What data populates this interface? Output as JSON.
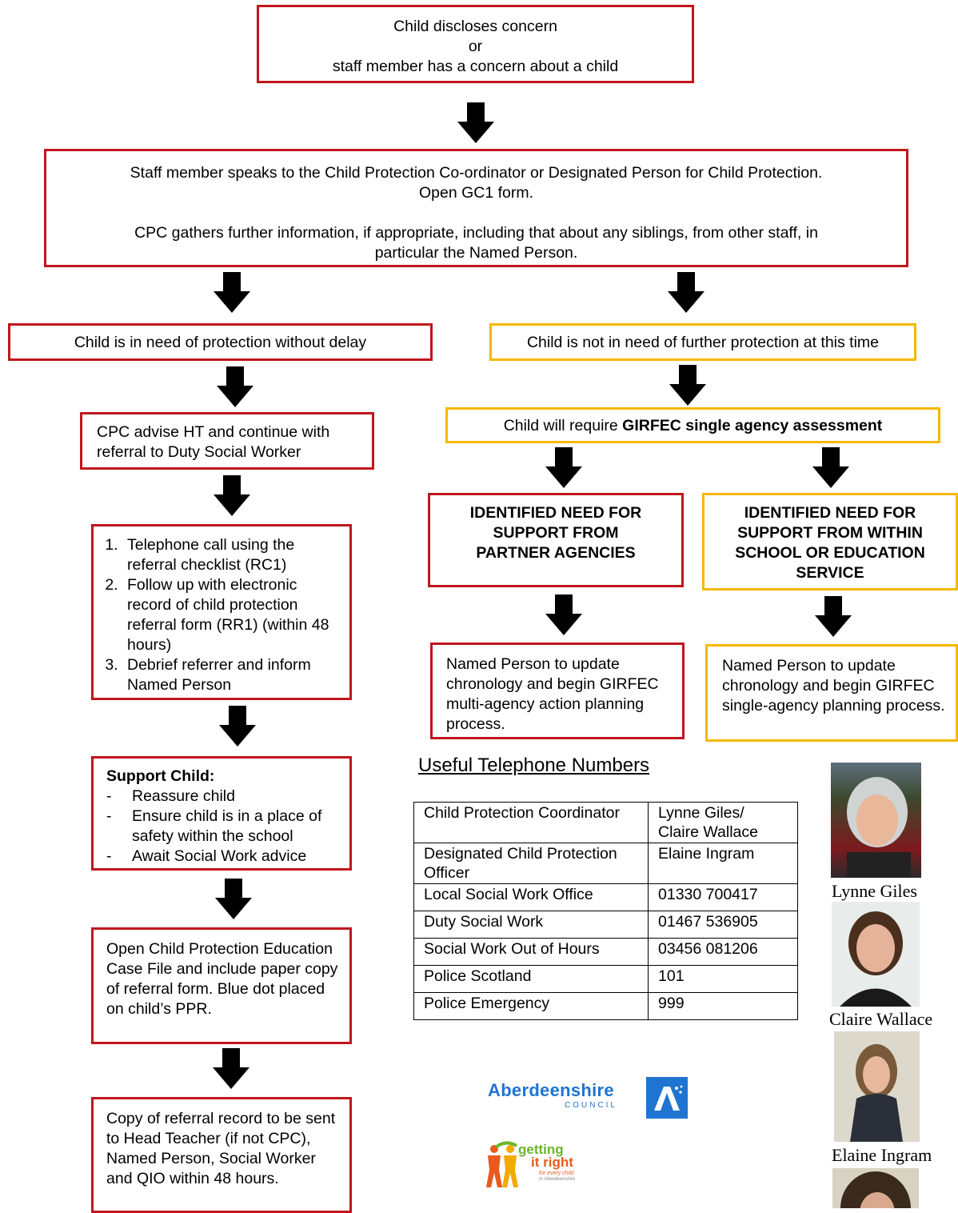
{
  "flow": {
    "start": {
      "line1": "Child discloses concern",
      "line2": "or",
      "line3": "staff member has a concern about a child"
    },
    "speak": {
      "line1": "Staff member speaks to the Child Protection Co-ordinator or Designated Person for Child Protection.",
      "line2": "Open GC1 form.",
      "line3": "CPC gathers further information, if appropriate, including that about any siblings, from other staff, in particular the Named Person."
    },
    "need_protection": "Child is in need of protection without delay",
    "not_need_protection": "Child is not in need of further protection at this time",
    "cpc_advise": "CPC advise HT and continue with referral to Duty Social Worker",
    "girfec": {
      "prefix": "Child will require ",
      "bold": "GIRFEC single agency assessment"
    },
    "steps": [
      "Telephone call using the referral checklist (RC1)",
      "Follow up with electronic record of child protection referral form (RR1) (within 48 hours)",
      "Debrief referrer and inform Named Person"
    ],
    "partner_need": "IDENTIFIED NEED FOR SUPPORT FROM PARTNER AGENCIES",
    "school_need": "IDENTIFIED NEED FOR SUPPORT FROM WITHIN SCHOOL OR EDUCATION SERVICE",
    "partner_named": "Named Person to update chronology and begin GIRFEC multi-agency action planning process.",
    "school_named": "Named Person to update chronology and begin GIRFEC single-agency planning process.",
    "support": {
      "title": "Support Child:",
      "items": [
        "Reassure child",
        "Ensure child is in a place of safety within the school",
        "Await Social Work advice"
      ]
    },
    "open_file": "Open Child Protection Education Case File and include paper copy of referral form. Blue dot placed on child’s PPR.",
    "copy_record": "Copy of referral record to be sent to Head Teacher (if not CPC), Named Person, Social Worker and QIO within 48 hours."
  },
  "phones": {
    "heading": "Useful Telephone Numbers",
    "rows": [
      {
        "label": "Child Protection Coordinator",
        "value": "Lynne Giles/ Claire Wallace"
      },
      {
        "label": "Designated Child Protection Officer",
        "value": "Elaine Ingram"
      },
      {
        "label": "Local Social Work Office",
        "value": "01330 700417"
      },
      {
        "label": "Duty Social Work",
        "value": "01467 536905"
      },
      {
        "label": "Social Work Out of Hours",
        "value": "03456 081206"
      },
      {
        "label": "Police Scotland",
        "value": "101"
      },
      {
        "label": "Police Emergency",
        "value": "999"
      }
    ]
  },
  "logos": {
    "council": {
      "name": "Aberdeenshire",
      "sub": "COUNCIL"
    },
    "girfec": {
      "line1": "getting",
      "line2": "it right",
      "line3": "for every child",
      "line4": "in Aberdeenshire"
    }
  },
  "staff": [
    "Lynne Giles",
    "Claire Wallace",
    "Elaine Ingram"
  ],
  "colors": {
    "red": "#c0161c",
    "yellow": "#f5b800",
    "council_blue": "#1e74d0"
  }
}
